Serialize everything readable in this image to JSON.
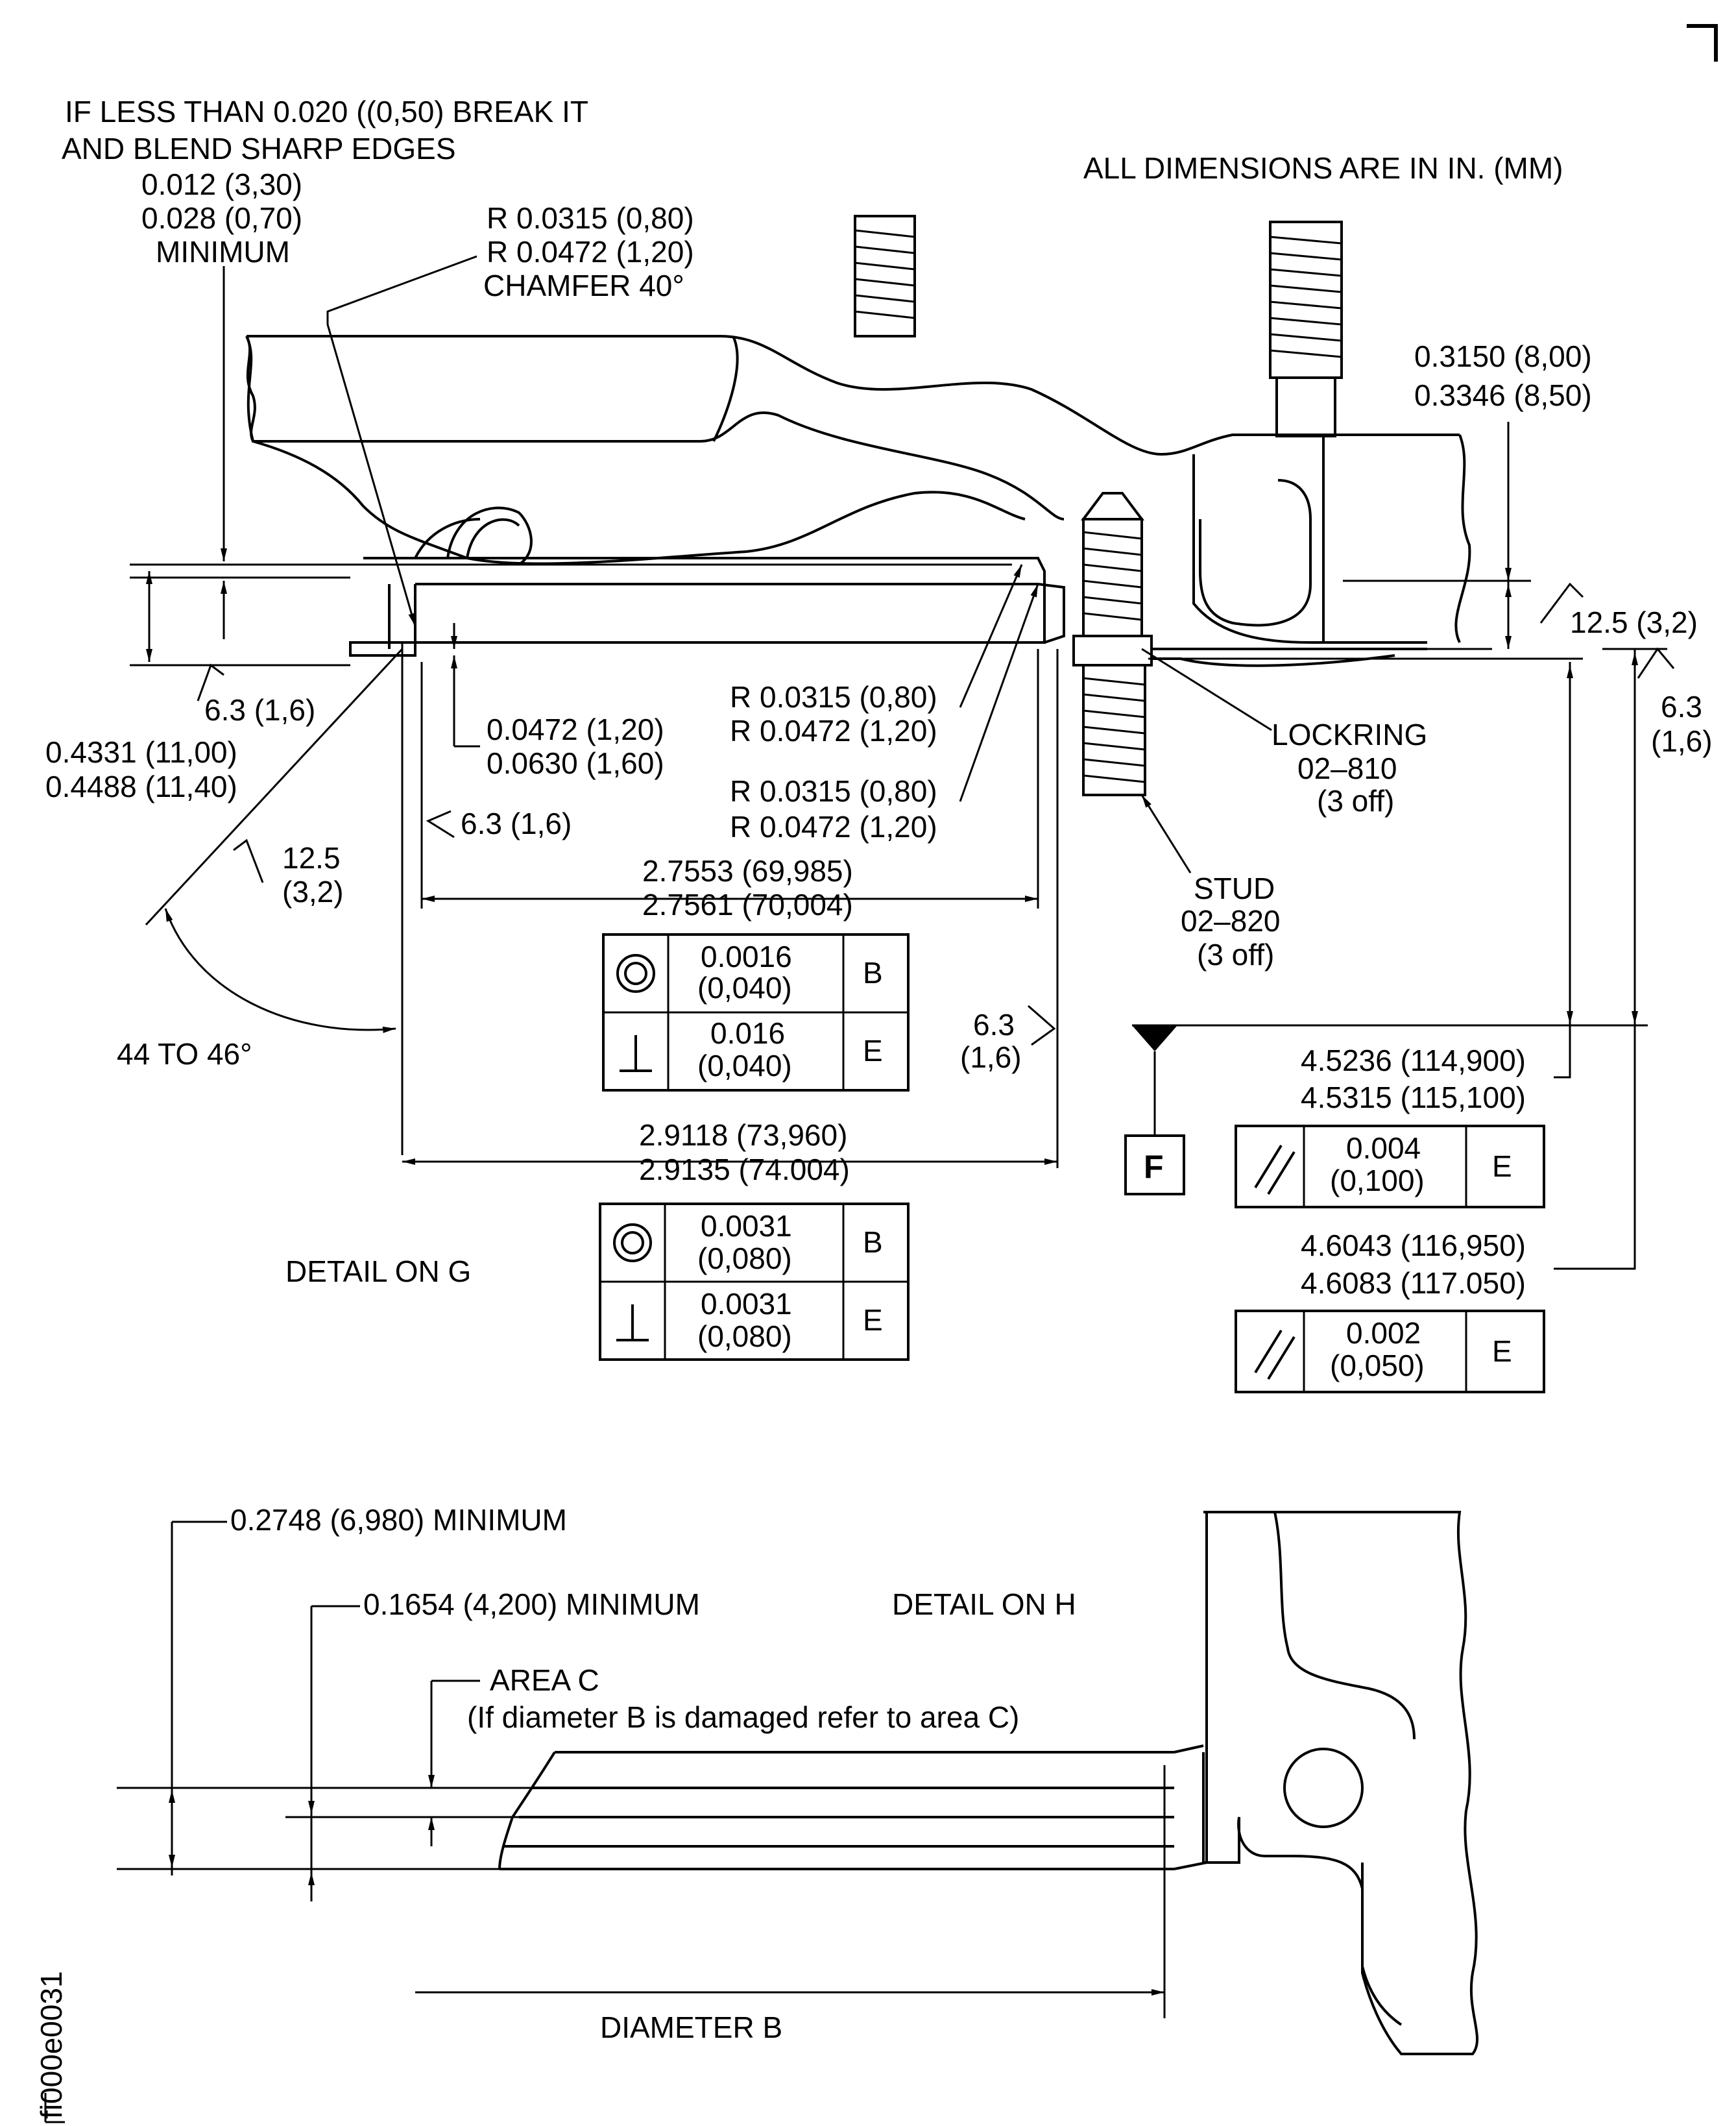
{
  "units_note": "ALL DIMENSIONS ARE IN IN. (MM)",
  "detail_g": {
    "title": "DETAIL ON G",
    "break_note_1": "IF  LESS THAN  0.020 ((0,50) BREAK IT",
    "break_note_2": "AND BLEND SHARP EDGES",
    "min_a": "0.012 (3,30)",
    "min_b": "0.028 (0,70)",
    "min_c": "MINIMUM",
    "radius_a": "R 0.0315 (0,80)",
    "radius_b": "R 0.0472 (1,20)",
    "chamfer": "CHAMFER 40°",
    "step_a": "0.3150 (8,00)",
    "step_b": "0.3346 (8,50)",
    "finish_125_right": "12.5 (3,2)",
    "finish_63_left": "6.3 (1,6)",
    "finish_63_right_a": "6.3",
    "finish_63_right_b": "(1,6)",
    "height_a": "0.4331 (11,00)",
    "height_b": "0.4488 (11,40)",
    "groove_a": "0.0472 (1,20)",
    "groove_b": "0.0630 (1,60)",
    "r1_a": "R 0.0315 (0,80)",
    "r1_b": "R 0.0472 (1,20)",
    "r2_a": "R 0.0315 (0,80)",
    "r2_b": "R 0.0472 (1,20)",
    "lockring_a": "LOCKRING",
    "lockring_b": "02–810",
    "lockring_c": "(3 off)",
    "stud_a": "STUD",
    "stud_b": "02–820",
    "stud_c": "(3 off)",
    "finish_63_bore": "6.3 (1,6)",
    "finish_125_chamfer_a": "12.5",
    "finish_125_chamfer_b": "(3,2)",
    "angle": "44 TO 46°",
    "dia_inner_a": "2.7553 (69,985)",
    "dia_inner_b": "2.7561 (70,004)",
    "finish_63_mid_a": "6.3",
    "finish_63_mid_b": "(1,6)",
    "dia_outer_a": "2.9118 (73,960)",
    "dia_outer_b": "2.9135 (74.004)",
    "fcf_inner": [
      {
        "symbol": "concentricity-icon",
        "value_a": "0.0016",
        "value_b": "(0,040)",
        "datum": "B"
      },
      {
        "symbol": "perpendicularity-icon",
        "value_a": "0.016",
        "value_b": "(0,040)",
        "datum": "E"
      }
    ],
    "fcf_outer": [
      {
        "symbol": "concentricity-icon",
        "value_a": "0.0031",
        "value_b": "(0,080)",
        "datum": "B"
      },
      {
        "symbol": "perpendicularity-icon",
        "value_a": "0.0031",
        "value_b": "(0,080)",
        "datum": "E"
      }
    ],
    "datum_f": "F",
    "len1_a": "4.5236 (114,900)",
    "len1_b": "4.5315 (115,100)",
    "fcf_par1": {
      "symbol": "parallelism-icon",
      "value_a": "0.004",
      "value_b": "(0,100)",
      "datum": "E"
    },
    "len2_a": "4.6043 (116,950)",
    "len2_b": "4.6083 (117.050)",
    "fcf_par2": {
      "symbol": "parallelism-icon",
      "value_a": "0.002",
      "value_b": "(0,050)",
      "datum": "E"
    }
  },
  "detail_h": {
    "title": "DETAIL ON  H",
    "min_outer": "0.2748 (6,980) MINIMUM",
    "min_inner": "0.1654 (4,200) MINIMUM",
    "area_c": "AREA C",
    "area_note": "(If diameter B is damaged refer to area C)",
    "diameter_b": "DIAMETER B"
  },
  "figure_id": "fi000e0031",
  "colors": {
    "ink": "#000000",
    "paper": "#ffffff"
  }
}
